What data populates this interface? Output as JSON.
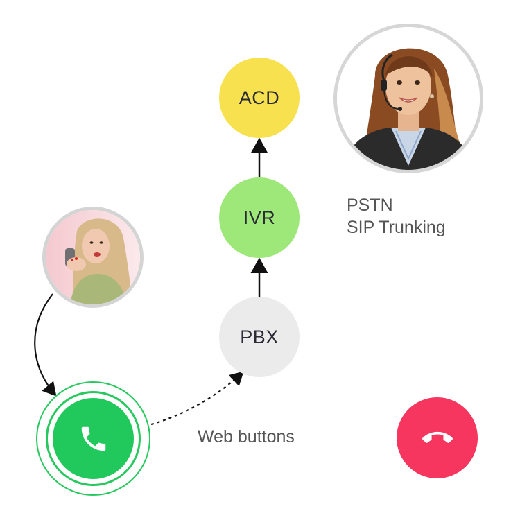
{
  "nodes": {
    "acd": "ACD",
    "ivr": "IVR",
    "pbx": "PBX"
  },
  "labels": {
    "pstn": "PSTN",
    "sip_trunking": "SIP Trunking",
    "web_buttons": "Web buttons"
  },
  "colors": {
    "acd": "#f7e14f",
    "ivr": "#9ee87a",
    "pbx": "#ebebeb",
    "call_green": "#21c85c",
    "hangup_red": "#f7365f"
  },
  "icons": {
    "call": "phone-icon",
    "hangup": "phone-hangup-icon"
  }
}
